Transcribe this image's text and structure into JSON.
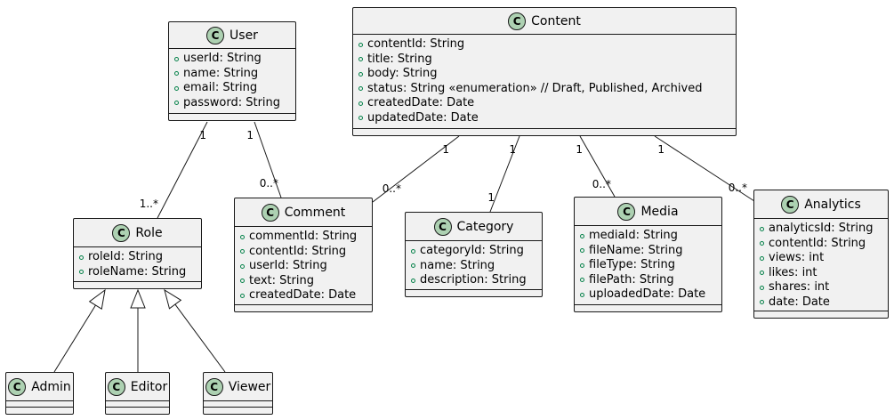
{
  "classes": {
    "user": {
      "name": "User",
      "badge": "C",
      "attributes": [
        "userId: String",
        "name: String",
        "email: String",
        "password: String"
      ]
    },
    "content": {
      "name": "Content",
      "badge": "C",
      "attributes": [
        "contentId: String",
        "title: String",
        "body: String",
        "status: String «enumeration» // Draft, Published, Archived",
        "createdDate: Date",
        "updatedDate: Date"
      ]
    },
    "role": {
      "name": "Role",
      "badge": "C",
      "attributes": [
        "roleId: String",
        "roleName: String"
      ]
    },
    "comment": {
      "name": "Comment",
      "badge": "C",
      "attributes": [
        "commentId: String",
        "contentId: String",
        "userId: String",
        "text: String",
        "createdDate: Date"
      ]
    },
    "category": {
      "name": "Category",
      "badge": "C",
      "attributes": [
        "categoryId: String",
        "name: String",
        "description: String"
      ]
    },
    "media": {
      "name": "Media",
      "badge": "C",
      "attributes": [
        "mediaId: String",
        "fileName: String",
        "fileType: String",
        "filePath: String",
        "uploadedDate: Date"
      ]
    },
    "analytics": {
      "name": "Analytics",
      "badge": "C",
      "attributes": [
        "analyticsId: String",
        "contentId: String",
        "views: int",
        "likes: int",
        "shares: int",
        "date: Date"
      ]
    },
    "admin": {
      "name": "Admin",
      "badge": "C",
      "attributes": []
    },
    "editor": {
      "name": "Editor",
      "badge": "C",
      "attributes": []
    },
    "viewer": {
      "name": "Viewer",
      "badge": "C",
      "attributes": []
    }
  },
  "relations": [
    {
      "from": "user",
      "to": "role",
      "type": "association",
      "from_mult": "1",
      "to_mult": "1..*"
    },
    {
      "from": "user",
      "to": "comment",
      "type": "association",
      "from_mult": "1",
      "to_mult": "0..*"
    },
    {
      "from": "content",
      "to": "comment",
      "type": "association",
      "from_mult": "1",
      "to_mult": "0..*"
    },
    {
      "from": "content",
      "to": "category",
      "type": "association",
      "from_mult": "1",
      "to_mult": "1"
    },
    {
      "from": "content",
      "to": "media",
      "type": "association",
      "from_mult": "1",
      "to_mult": "0..*"
    },
    {
      "from": "content",
      "to": "analytics",
      "type": "association",
      "from_mult": "1",
      "to_mult": "0..*"
    },
    {
      "from": "admin",
      "to": "role",
      "type": "generalization"
    },
    {
      "from": "editor",
      "to": "role",
      "type": "generalization"
    },
    {
      "from": "viewer",
      "to": "role",
      "type": "generalization"
    }
  ]
}
